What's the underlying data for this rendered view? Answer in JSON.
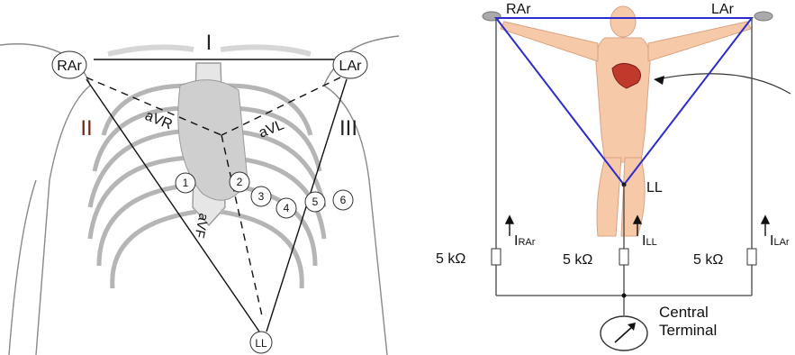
{
  "left_panel": {
    "electrodes": {
      "right_arm": "RAr",
      "left_arm": "LAr",
      "left_leg": "LL"
    },
    "limb_leads": {
      "lead_1": "I",
      "lead_2": "II",
      "lead_3": "III"
    },
    "augmented_leads": {
      "avr": "aVR",
      "avl": "aVL",
      "avf": "aVF"
    },
    "precordial_leads": [
      "1",
      "2",
      "3",
      "4",
      "5",
      "6"
    ]
  },
  "right_panel": {
    "electrodes": {
      "right_arm": "RAr",
      "left_arm": "LAr",
      "left_leg": "LL"
    },
    "currents": {
      "i_prefix": "I",
      "rar": "RAr",
      "ll": "LL",
      "lar": "LAr"
    },
    "resistors": [
      "5 kΩ",
      "5 kΩ",
      "5 kΩ"
    ],
    "central_terminal": {
      "line1": "Central",
      "line2": "Terminal"
    }
  },
  "colors": {
    "triangle_right": "#2b2bd0",
    "heart": "#c0392b",
    "body_skin": "#f6c9a8",
    "roman_numerals": "#6a2a10"
  }
}
